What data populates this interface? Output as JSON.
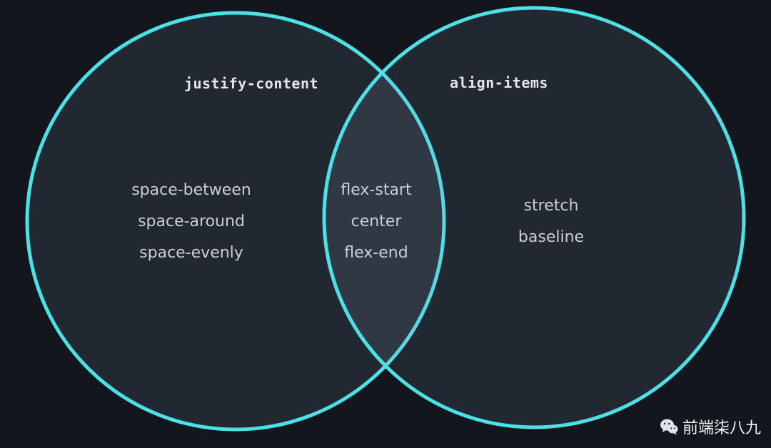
{
  "diagram": {
    "left_circle": {
      "title": "justify-content",
      "values": [
        "space-between",
        "space-around",
        "space-evenly"
      ]
    },
    "right_circle": {
      "title": "align-items",
      "values": [
        "stretch",
        "baseline"
      ]
    },
    "intersection": {
      "values": [
        "flex-start",
        "center",
        "flex-end"
      ]
    },
    "colors": {
      "background": "#13161d",
      "circle_fill": "#2b323b",
      "circle_stroke": "#4de0e6",
      "title_text": "#e3e6ea",
      "value_text": "#c9ced5",
      "watermark_text": "#f2f3f5"
    }
  },
  "watermark": {
    "label": "前端柒八九",
    "icon": "wechat-icon"
  }
}
